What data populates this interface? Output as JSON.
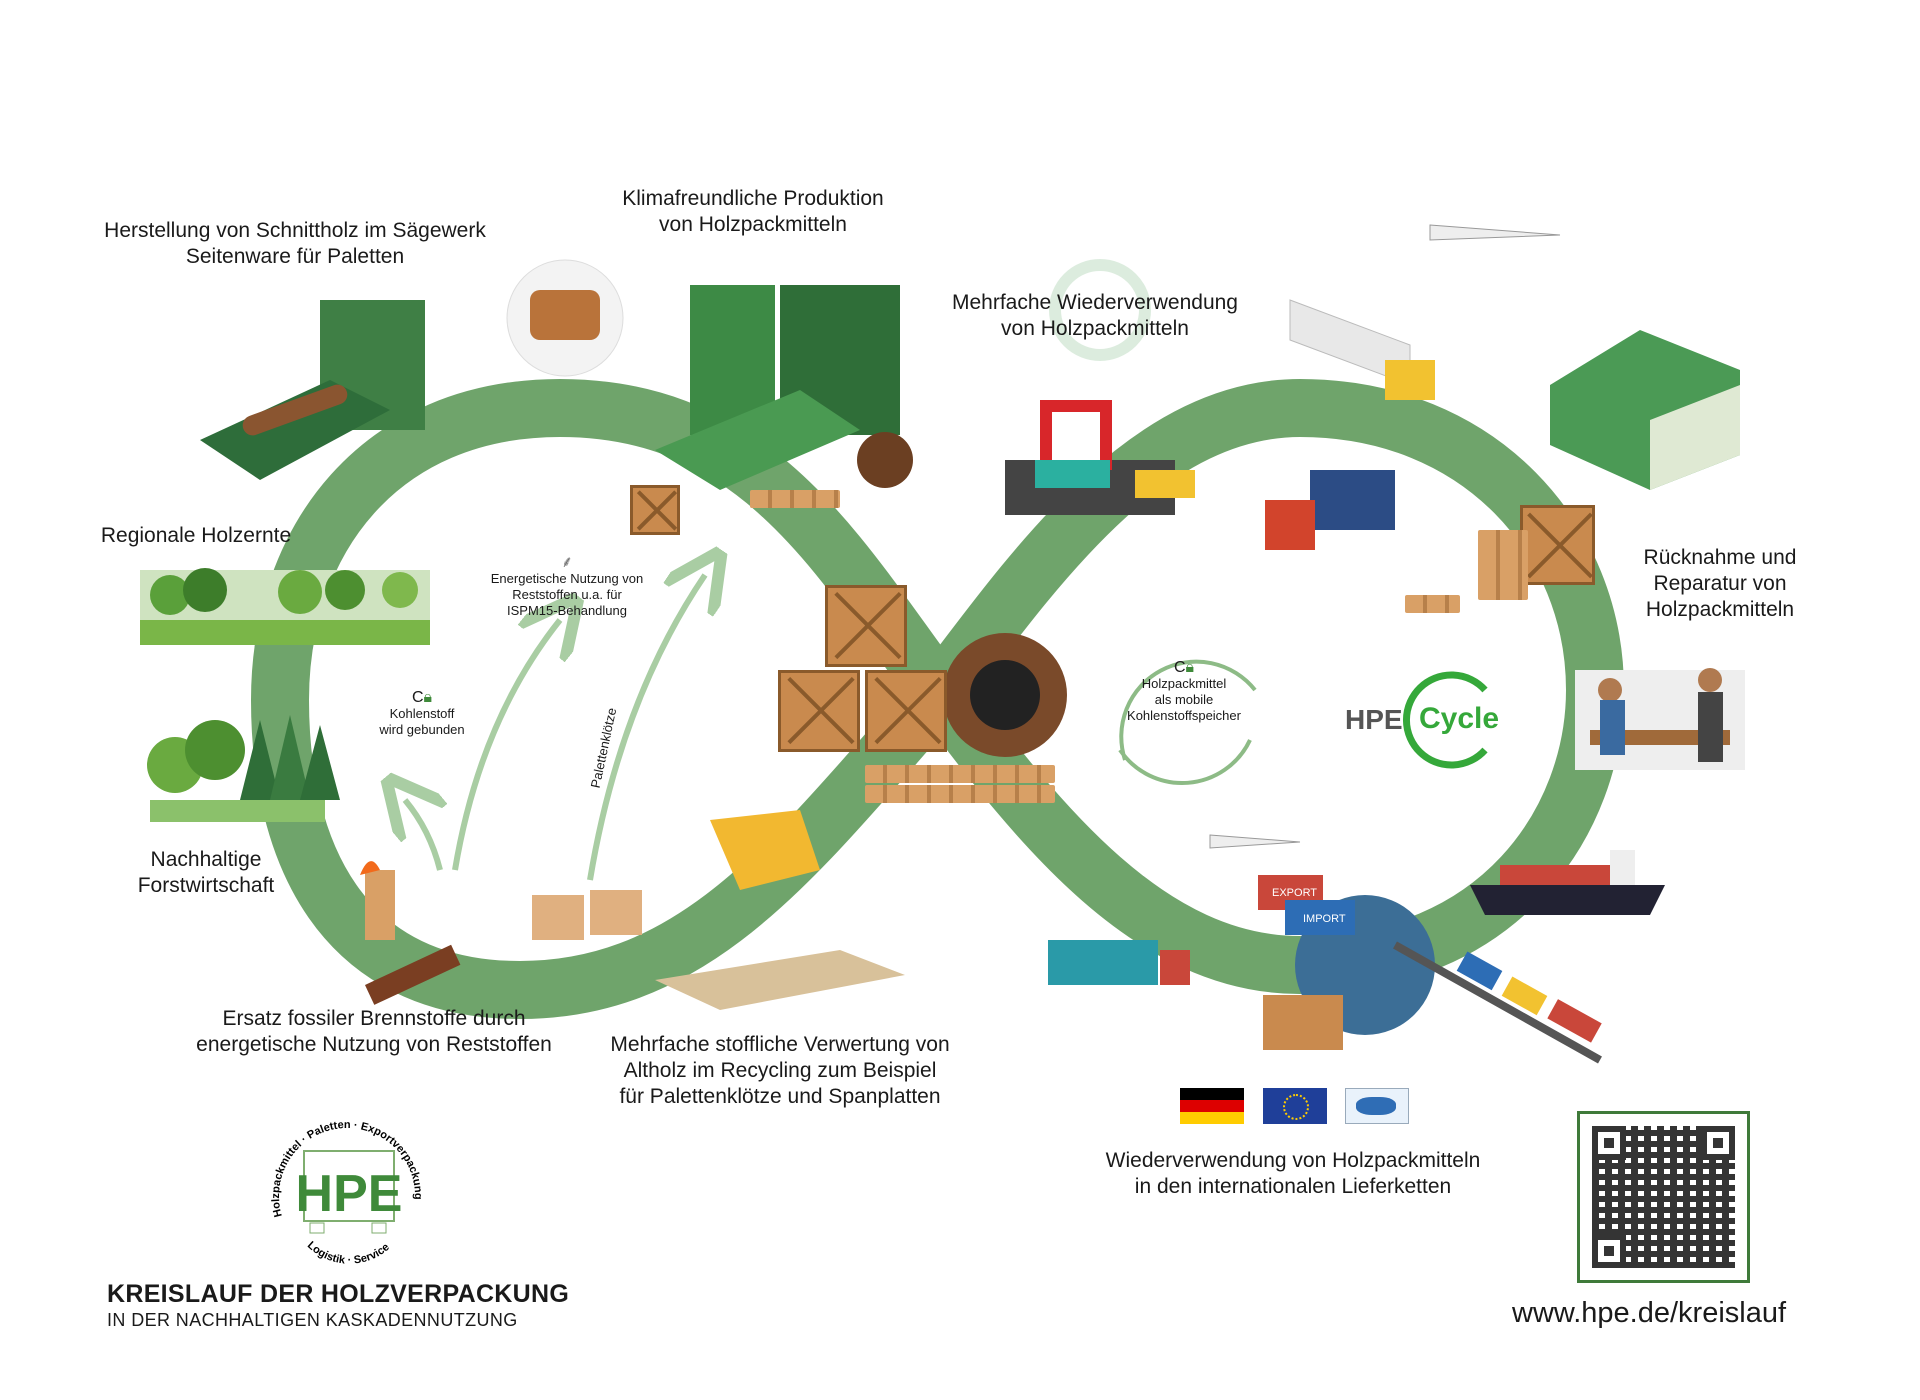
{
  "stages": {
    "sawmill": [
      "Herstellung von Schnittholz im Sägewerk",
      "Seitenware für Paletten"
    ],
    "production": [
      "Klimafreundliche Produktion",
      "von Holzpackmitteln"
    ],
    "reuse": [
      "Mehrfache Wiederverwendung",
      "von Holzpackmitteln"
    ],
    "harvest": [
      "Regionale Holzernte"
    ],
    "repair": [
      "Rücknahme und",
      "Reparatur von",
      "Holzpackmitteln"
    ],
    "forestry": [
      "Nachhaltige",
      "Forstwirtschaft"
    ],
    "fuel": [
      "Ersatz fossiler Brennstoffe durch",
      "energetische Nutzung von Reststoffen"
    ],
    "recycling": [
      "Mehrfache stoffliche Verwertung von",
      "Altholz im Recycling zum Beispiel",
      "für Palettenklötze und Spanplatten"
    ],
    "international": [
      "Wiederverwendung von Holzpackmitteln",
      "in den internationalen Lieferketten"
    ]
  },
  "notes": {
    "energy": [
      "Energetische Nutzung von",
      "Reststoffen u.a. für",
      "ISPM15-Behandlung"
    ],
    "carbon_symbol": "C",
    "carbon": [
      "Kohlenstoff",
      "wird gebunden"
    ],
    "blocks": "Palettenklötze",
    "storage": [
      "Holzpackmittel",
      "als mobile",
      "Kohlenstoffspeicher"
    ]
  },
  "illustration_labels": {
    "export": "EXPORT",
    "import": "IMPORT"
  },
  "hpe_cycle": {
    "hpe": "HPE",
    "cycle": "Cycle"
  },
  "logo": {
    "letters": "HPE",
    "ring_top": "Holzpackmittel · Paletten · Exportverpackung",
    "ring_bottom": "Logistik · Service"
  },
  "footer": {
    "title": "KREISLAUF DER HOLZVERPACKUNG",
    "subtitle": "IN DER NACHHALTIGEN KASKADENNUTZUNG",
    "url": "www.hpe.de/kreislauf"
  },
  "colors": {
    "loop": "#6fa46b",
    "brand_green": "#3f8a3a",
    "cycle_green": "#35a83a",
    "wood": "#c98a4e"
  }
}
